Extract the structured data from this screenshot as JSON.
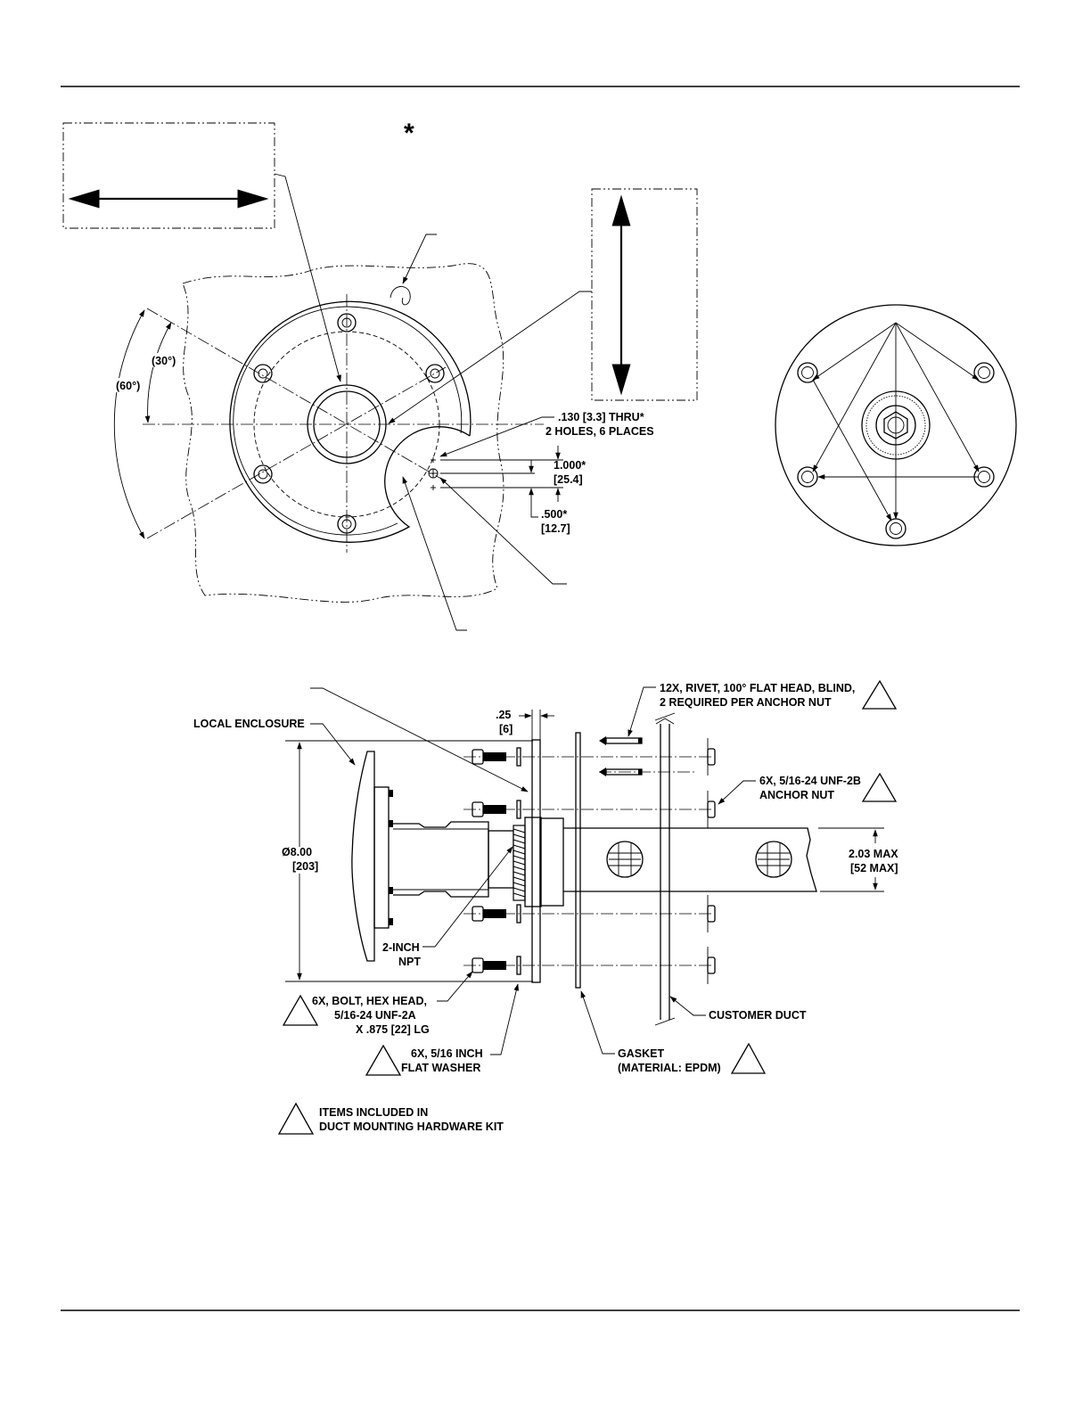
{
  "asterisk": "*",
  "colors": {
    "ink": "#000000",
    "paper": "#ffffff"
  },
  "top_view": {
    "angle_30": "(30°)",
    "angle_60": "(60°)",
    "hole_note_line1": ".130 [3.3] THRU*",
    "hole_note_line2": "2 HOLES, 6 PLACES",
    "dim_1000": "1.000*",
    "dim_1000_mm": "[25.4]",
    "dim_500": ".500*",
    "dim_500_mm": "[12.7]"
  },
  "side_view": {
    "rivet_line1": "12X, RIVET, 100° FLAT HEAD, BLIND,",
    "rivet_line2": "2 REQUIRED PER ANCHOR NUT",
    "local_enclosure": "LOCAL ENCLOSURE",
    "thickness": ".25",
    "thickness_mm": "[6]",
    "anchor_nut_line1": "6X, 5/16-24 UNF-2B",
    "anchor_nut_line2": "ANCHOR NUT",
    "diameter": "Ø8.00",
    "diameter_mm": "[203]",
    "max_dim": "2.03 MAX",
    "max_dim_mm": "[52 MAX]",
    "npt_line1": "2-INCH",
    "npt_line2": "NPT",
    "bolt_line1": "6X, BOLT, HEX HEAD,",
    "bolt_line2": "5/16-24 UNF-2A",
    "bolt_line3": "X .875 [22] LG",
    "customer_duct": "CUSTOMER DUCT",
    "washer_line1": "6X, 5/16 INCH",
    "washer_line2": "FLAT WASHER",
    "gasket_line1": "GASKET",
    "gasket_line2": "(MATERIAL: EPDM)"
  },
  "legend": {
    "line1": "ITEMS INCLUDED IN",
    "line2": "DUCT MOUNTING HARDWARE KIT"
  }
}
